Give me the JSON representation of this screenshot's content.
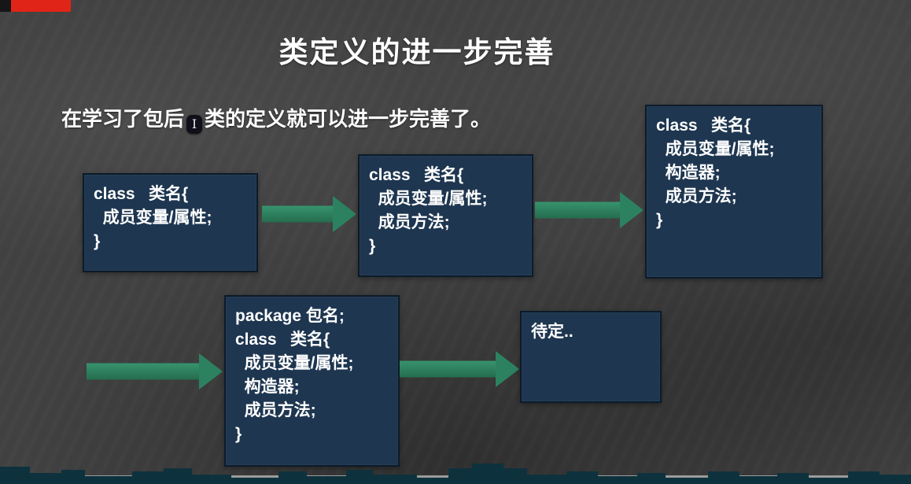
{
  "slide": {
    "title": "类定义的进一步完善",
    "intro_before_cursor": "在学习了包后",
    "intro_after_cursor": "类的定义就可以进一步完善了。"
  },
  "icons": {
    "text_cursor": "I"
  },
  "diagram": {
    "boxes": [
      {
        "id": "class-with-fields",
        "lines": [
          "class   类名{",
          "  成员变量/属性;",
          "}"
        ]
      },
      {
        "id": "class-with-methods",
        "lines": [
          "class   类名{",
          "  成员变量/属性;",
          "  成员方法;",
          "}"
        ]
      },
      {
        "id": "class-with-constructor",
        "lines": [
          "class   类名{",
          "  成员变量/属性;",
          "  构造器;",
          "  成员方法;",
          "}"
        ]
      },
      {
        "id": "class-with-package",
        "lines": [
          "package 包名;",
          "class   类名{",
          "  成员变量/属性;",
          "  构造器;",
          "  成员方法;",
          "}"
        ]
      },
      {
        "id": "to-be-determined",
        "lines": [
          "待定.."
        ]
      }
    ]
  },
  "colors": {
    "background": "#414141",
    "box_fill": "#1e3650",
    "box_border": "#0c1b29",
    "arrow_green": "#2c8260",
    "text": "#ffffff",
    "recording_red": "#e02418",
    "waveform_teal": "#0e323d",
    "bottom_strip_gray": "#9b9b9b"
  }
}
